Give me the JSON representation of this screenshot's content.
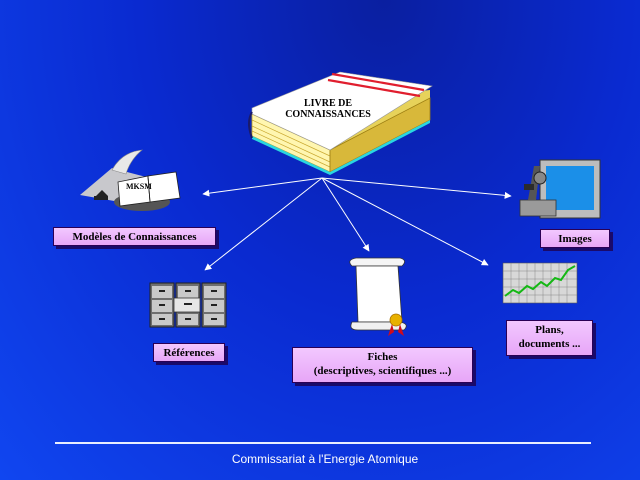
{
  "book": {
    "title_line1": "LIVRE DE",
    "title_line2": "CONNAISSANCES"
  },
  "nodes": {
    "models": {
      "label": "Modèles de Connaissances",
      "book_text": "MKSM",
      "icon": "open-book-icon"
    },
    "images": {
      "label": "Images",
      "icon": "microscope-monitor-icon"
    },
    "references": {
      "label": "Références",
      "icon": "filing-cabinet-icon"
    },
    "fiches": {
      "label_line1": "Fiches",
      "label_line2": "(descriptives, scientifiques ...)",
      "icon": "scroll-certificate-icon"
    },
    "plans": {
      "label_line1": "Plans,",
      "label_line2": "documents ...",
      "icon": "graph-chart-icon"
    }
  },
  "footer": {
    "text": "Commissariat à l'Energie Atomique"
  },
  "colors": {
    "label_fill": "#eab0f8",
    "arrow": "#ffffff",
    "background": "#0a2ad0"
  }
}
